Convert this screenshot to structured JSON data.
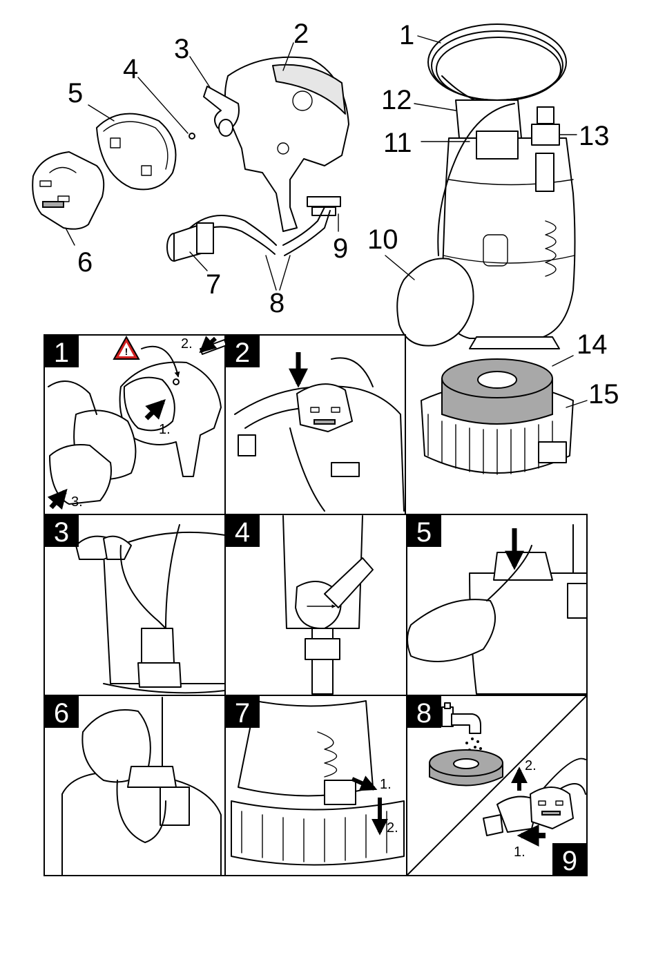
{
  "overview": {
    "callouts": [
      "1",
      "2",
      "3",
      "4",
      "5",
      "6",
      "7",
      "8",
      "9",
      "10",
      "11",
      "12",
      "13",
      "14",
      "15"
    ]
  },
  "steps": [
    {
      "number": "1",
      "substeps": [
        "1.",
        "2.",
        "3."
      ]
    },
    {
      "number": "2",
      "substeps": []
    },
    {
      "number": "3",
      "substeps": []
    },
    {
      "number": "4",
      "substeps": []
    },
    {
      "number": "5",
      "substeps": []
    },
    {
      "number": "6",
      "substeps": []
    },
    {
      "number": "7",
      "substeps": [
        "1.",
        "2."
      ]
    },
    {
      "number": "8",
      "substeps": []
    },
    {
      "number": "9",
      "substeps": [
        "1.",
        "2."
      ]
    }
  ],
  "icons": {
    "warning": "warning-triangle-icon",
    "arrow": "arrow-icon",
    "tap": "water-tap-icon"
  },
  "colors": {
    "line": "#000000",
    "filter_fill": "#a8a8a8",
    "step_badge": "#000000",
    "warning_red": "#d22020"
  }
}
